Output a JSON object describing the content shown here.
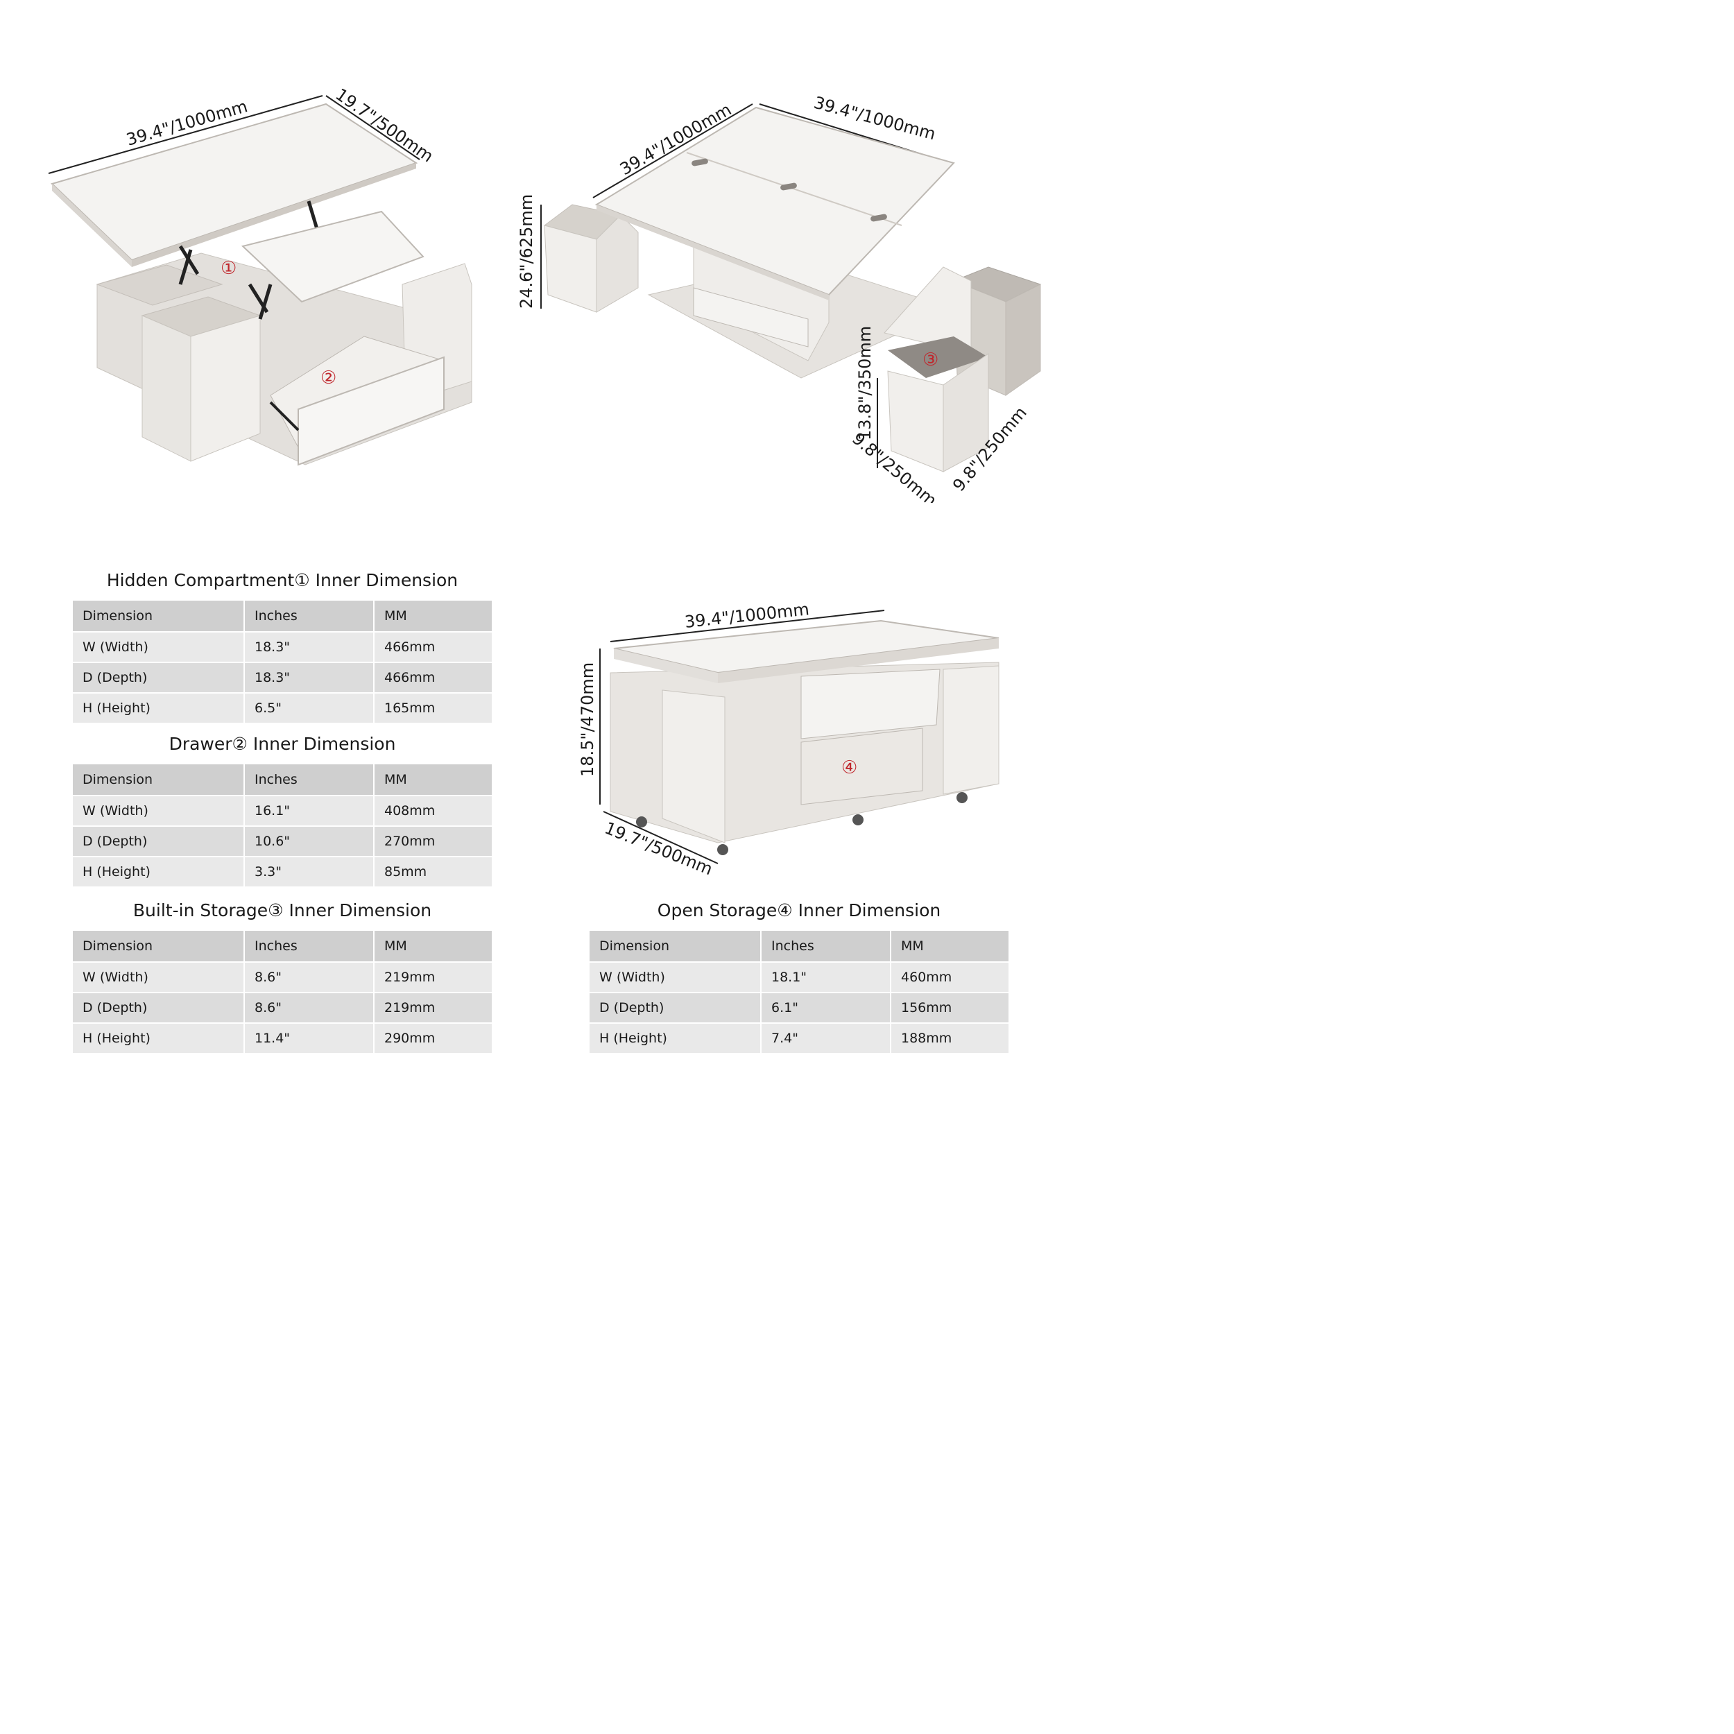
{
  "diagrams": {
    "lift_top": {
      "width_label": "39.4\"/1000mm",
      "depth_label": "19.7\"/500mm",
      "marker_1": "①",
      "marker_2": "②"
    },
    "expanded": {
      "length_label": "39.4\"/1000mm",
      "width_label": "39.4\"/1000mm",
      "height_label": "24.6\"/625mm",
      "stool_height_label": "13.8\"/350mm",
      "stool_depth_label": "9.8\"/250mm",
      "stool_width_label": "9.8\"/250mm",
      "marker_3": "③"
    },
    "closed": {
      "width_label": "39.4\"/1000mm",
      "height_label": "18.5\"/470mm",
      "depth_label": "19.7\"/500mm",
      "marker_4": "④"
    }
  },
  "tables": [
    {
      "title": "Hidden Compartment① Inner Dimension",
      "headers": [
        "Dimension",
        "Inches",
        "MM"
      ],
      "rows": [
        [
          "W (Width)",
          "18.3\"",
          "466mm"
        ],
        [
          "D (Depth)",
          "18.3\"",
          "466mm"
        ],
        [
          "H (Height)",
          "6.5\"",
          "165mm"
        ]
      ]
    },
    {
      "title": "Drawer② Inner Dimension",
      "headers": [
        "Dimension",
        "Inches",
        "MM"
      ],
      "rows": [
        [
          "W (Width)",
          "16.1\"",
          "408mm"
        ],
        [
          "D (Depth)",
          "10.6\"",
          "270mm"
        ],
        [
          "H (Height)",
          "3.3\"",
          "85mm"
        ]
      ]
    },
    {
      "title": "Built-in Storage③ Inner Dimension",
      "headers": [
        "Dimension",
        "Inches",
        "MM"
      ],
      "rows": [
        [
          "W (Width)",
          "8.6\"",
          "219mm"
        ],
        [
          "D (Depth)",
          "8.6\"",
          "219mm"
        ],
        [
          "H (Height)",
          "11.4\"",
          "290mm"
        ]
      ]
    },
    {
      "title": "Open Storage④ Inner Dimension",
      "headers": [
        "Dimension",
        "Inches",
        "MM"
      ],
      "rows": [
        [
          "W (Width)",
          "18.1\"",
          "460mm"
        ],
        [
          "D (Depth)",
          "6.1\"",
          "156mm"
        ],
        [
          "H (Height)",
          "7.4\"",
          "188mm"
        ]
      ]
    }
  ],
  "colors": {
    "table_header": "#cfcfcf",
    "table_row_light": "#e9e9e9",
    "table_row_dark": "#dcdcdc",
    "marker_red": "#c0272d",
    "furniture_white": "#f1efec",
    "furniture_grey": "#d8d4cf"
  }
}
